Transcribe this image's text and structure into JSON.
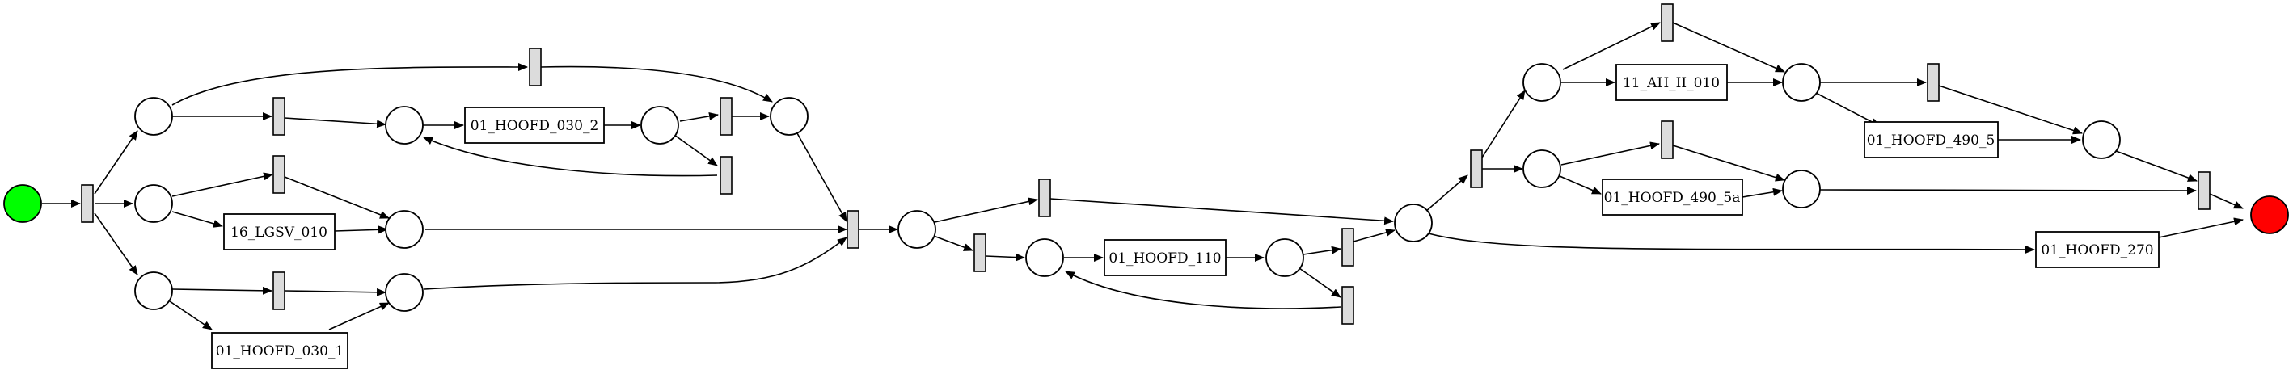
{
  "colors": {
    "start_place": "#00ff00",
    "end_place": "#ff0000",
    "silent_transition": "#dcdcdc",
    "stroke": "#000000"
  },
  "transitions": {
    "t_16_lgsv_010": "16_LGSV_010",
    "t_01_hoofd_030_1": "01_HOOFD_030_1",
    "t_01_hoofd_030_2": "01_HOOFD_030_2",
    "t_01_hoofd_110": "01_HOOFD_110",
    "t_11_ah_ii_010": "11_AH_II_010",
    "t_01_hoofd_490_5a": "01_HOOFD_490_5a",
    "t_01_hoofd_490_5": "01_HOOFD_490_5",
    "t_01_hoofd_270": "01_HOOFD_270"
  }
}
